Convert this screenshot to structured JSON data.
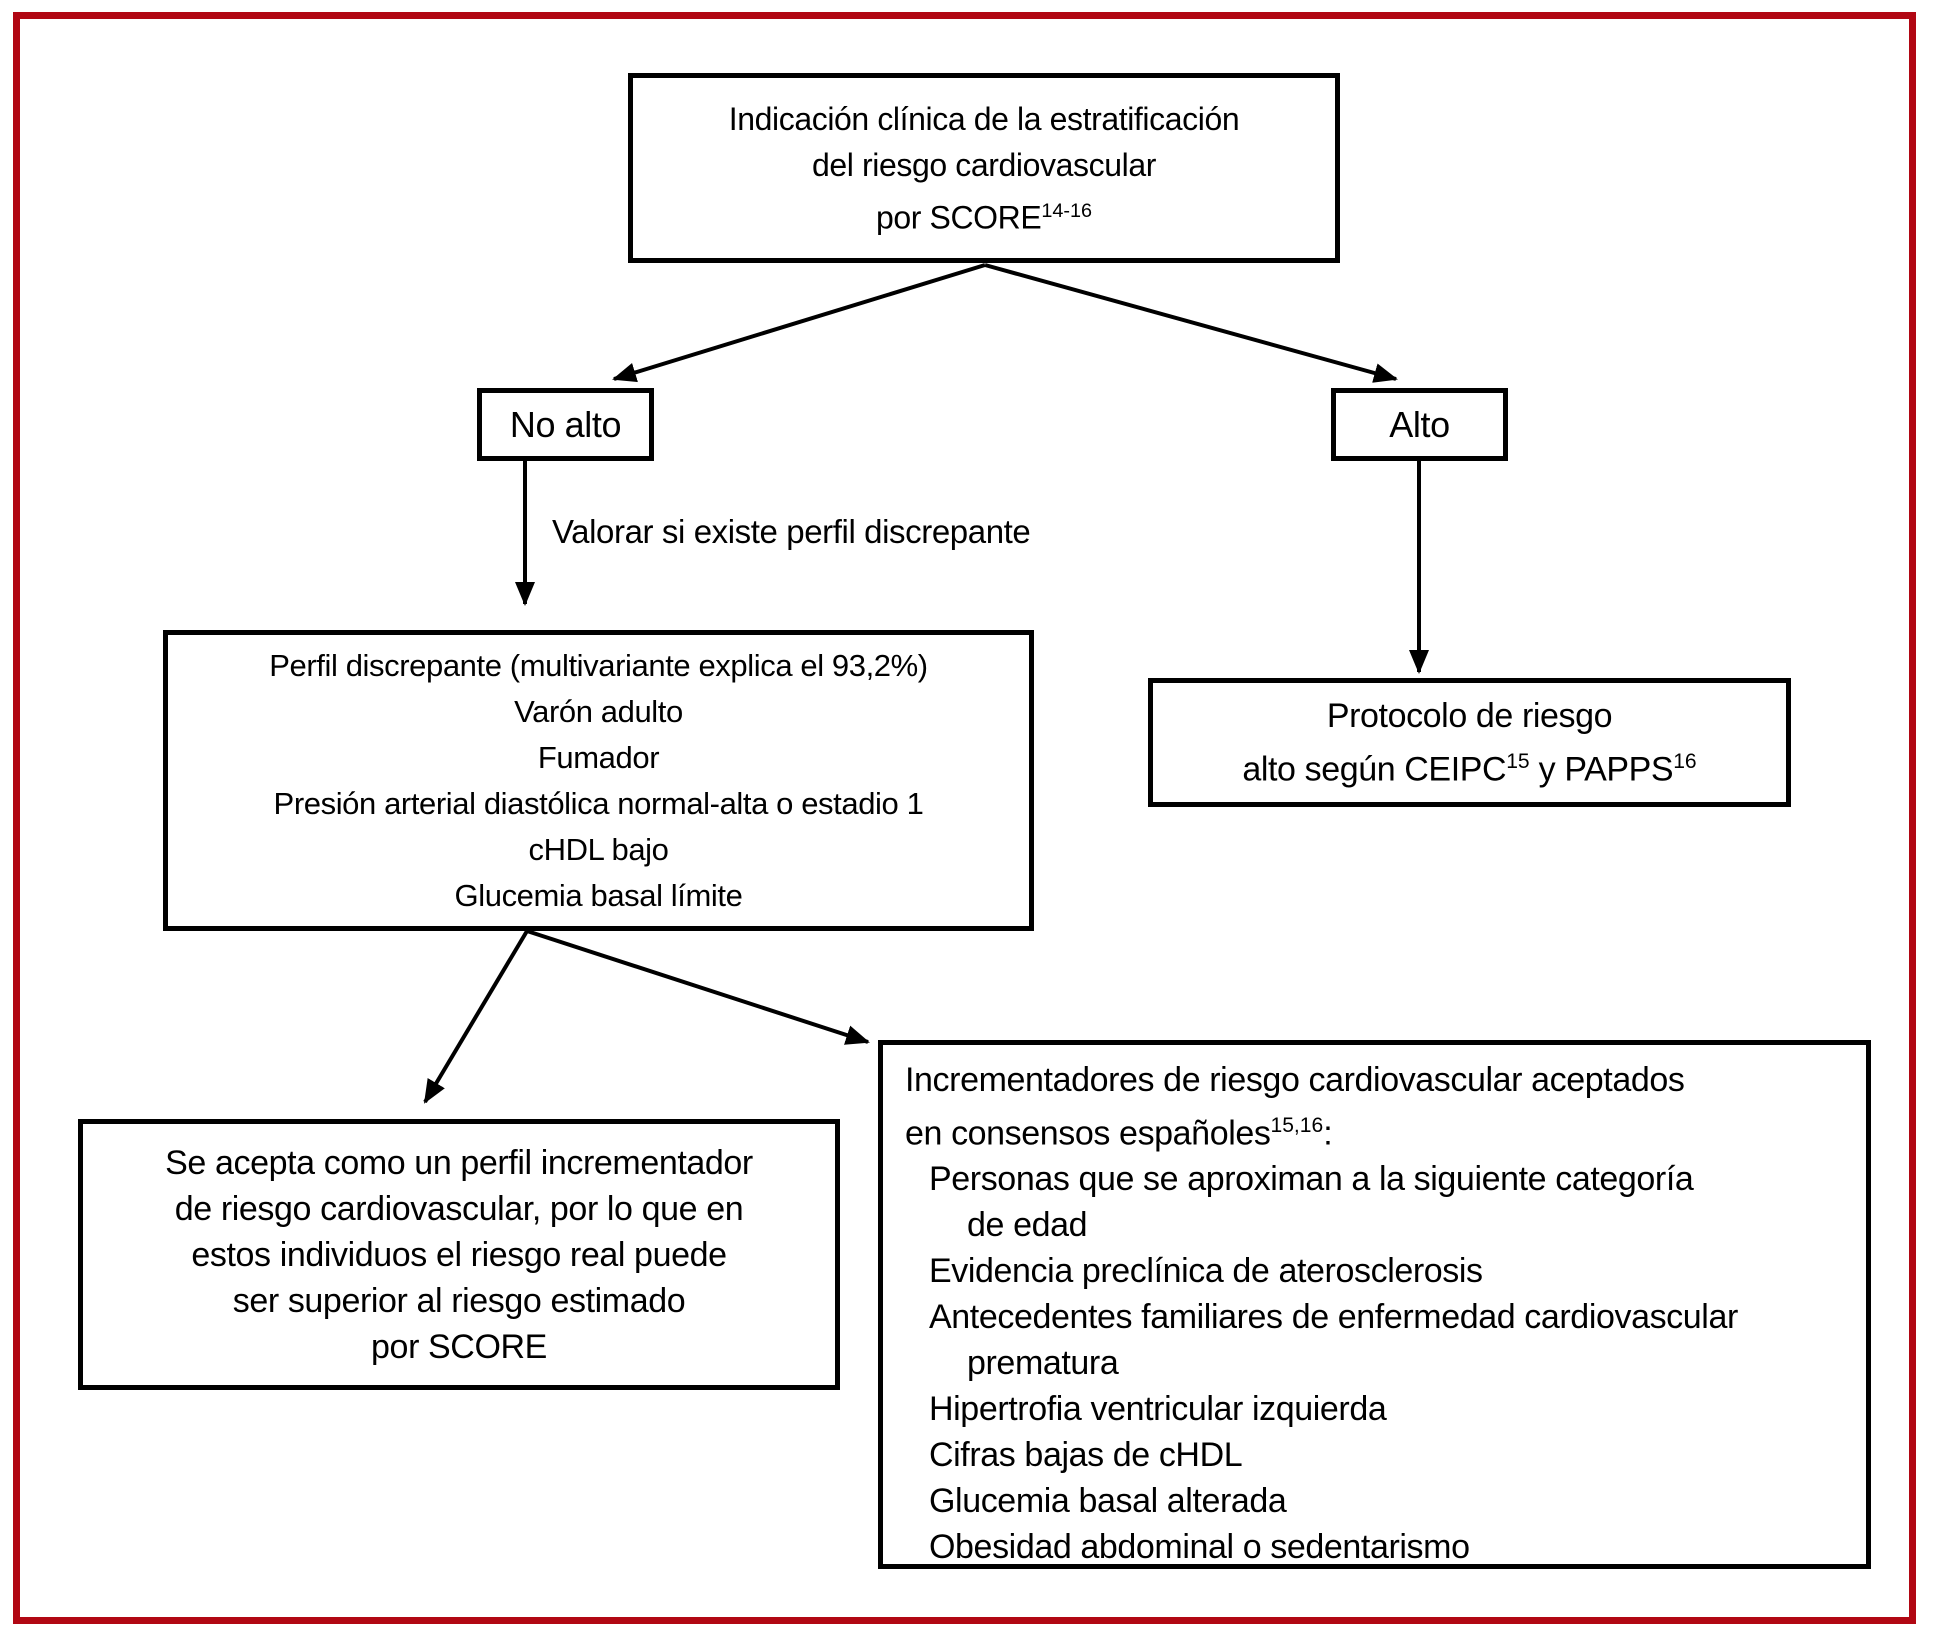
{
  "colors": {
    "frame_red": "#b10713",
    "line_black": "#000000",
    "background": "#ffffff"
  },
  "top_box": {
    "line1": "Indicación clínica de la estratificación",
    "line2": "del riesgo cardiovascular",
    "line3_text": "por SCORE",
    "line3_sup": "14-16"
  },
  "branches": {
    "left_label": "No alto",
    "right_label": "Alto"
  },
  "edge_label": "Valorar si existe perfil discrepante",
  "profile_box": {
    "lines": [
      "Perfil discrepante (multivariante explica el 93,2%)",
      "Varón adulto",
      "Fumador",
      "Presión arterial diastólica normal-alta o estadio 1",
      "cHDL bajo",
      "Glucemia basal límite"
    ]
  },
  "protocol_box": {
    "line1": "Protocolo de riesgo",
    "line2_text": "alto según CEIPC",
    "line2_sup1": "15",
    "line2_mid": " y PAPPS",
    "line2_sup2": "16"
  },
  "accept_box": {
    "lines": [
      "Se acepta como un perfil incrementador",
      "de riesgo cardiovascular, por lo que en",
      "estos individuos el riesgo real puede",
      "ser superior al riesgo estimado",
      "por SCORE"
    ]
  },
  "increment_box": {
    "header_line1": "Incrementadores de riesgo cardiovascular aceptados",
    "header_line2_text": "en consensos españoles",
    "header_line2_sup": "15,16",
    "header_line2_colon": ":",
    "items": [
      "Personas que se aproximan a la siguiente categoría",
      "de edad",
      "Evidencia preclínica de aterosclerosis",
      "Antecedentes familiares de enfermedad cardiovascular",
      "prematura",
      "Hipertrofia ventricular izquierda",
      "Cifras bajas de cHDL",
      "Glucemia basal alterada",
      "Obesidad abdominal o sedentarismo"
    ]
  }
}
